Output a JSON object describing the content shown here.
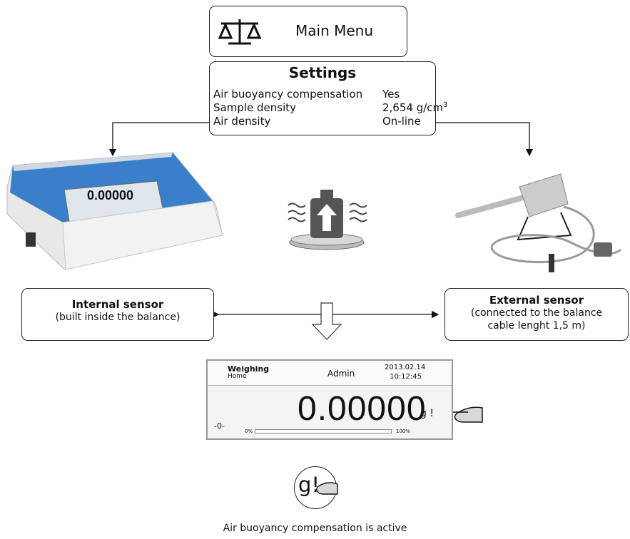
{
  "main_menu": {
    "label": "Main Menu",
    "icon": "scale-icon"
  },
  "settings": {
    "title": "Settings",
    "rows": [
      {
        "label": "Air buoyancy compensation",
        "value": "Yes",
        "sup": ""
      },
      {
        "label": "Sample density",
        "value": "2,654 g/cm",
        "sup": "3"
      },
      {
        "label": "Air density",
        "value": "On-line",
        "sup": ""
      }
    ]
  },
  "internal_sensor": {
    "title": "Internal sensor",
    "subtitle": "(built inside the balance)"
  },
  "external_sensor": {
    "title": "External sensor",
    "line1": "(connected to the balance",
    "line2": "cable lenght 1,5 m)"
  },
  "balance_device": {
    "screen_value": "0.00000"
  },
  "display": {
    "title": "Weighing",
    "subtitle": "Home",
    "user": "Admin",
    "date": "2013.02.14",
    "time": "10:12:45",
    "value": "0.00000",
    "unit": "g !",
    "zero": "-0-",
    "min_label": "0%",
    "max_label": "100%",
    "progress": 0
  },
  "circle_icon": {
    "label": "g!"
  },
  "caption": "Air buoyancy compensation is active"
}
